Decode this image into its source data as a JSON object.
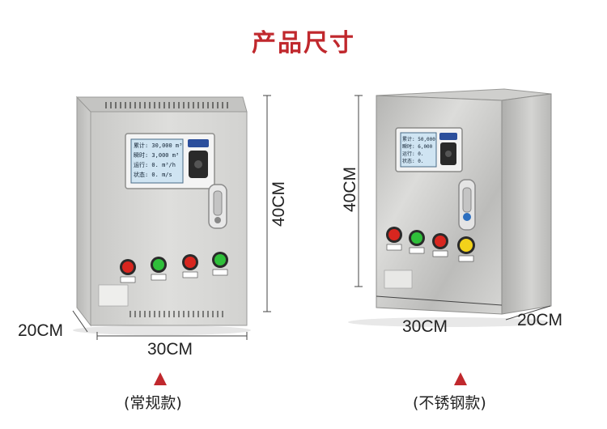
{
  "title": "产品尺寸",
  "left_product": {
    "caption": "(常规款)",
    "height_label": "40CM",
    "width_label": "30CM",
    "depth_label": "20CM",
    "lcd_lines": [
      "累计: 30,000 m³",
      "瞬时: 3,000 m³",
      "运行: 0. m³/h",
      "状态: 0. m/s"
    ]
  },
  "right_product": {
    "caption": "(不锈钢款)",
    "height_label": "40CM",
    "width_label": "30CM",
    "depth_label": "20CM",
    "lcd_lines": [
      "累计: 50,000",
      "瞬时: 6,000",
      "运行: 0.",
      "状态: 0."
    ]
  },
  "colors": {
    "accent": "#c0282d",
    "painted_cabinet": "#d8d8d6",
    "steel_cabinet": "#c9c9c7"
  }
}
